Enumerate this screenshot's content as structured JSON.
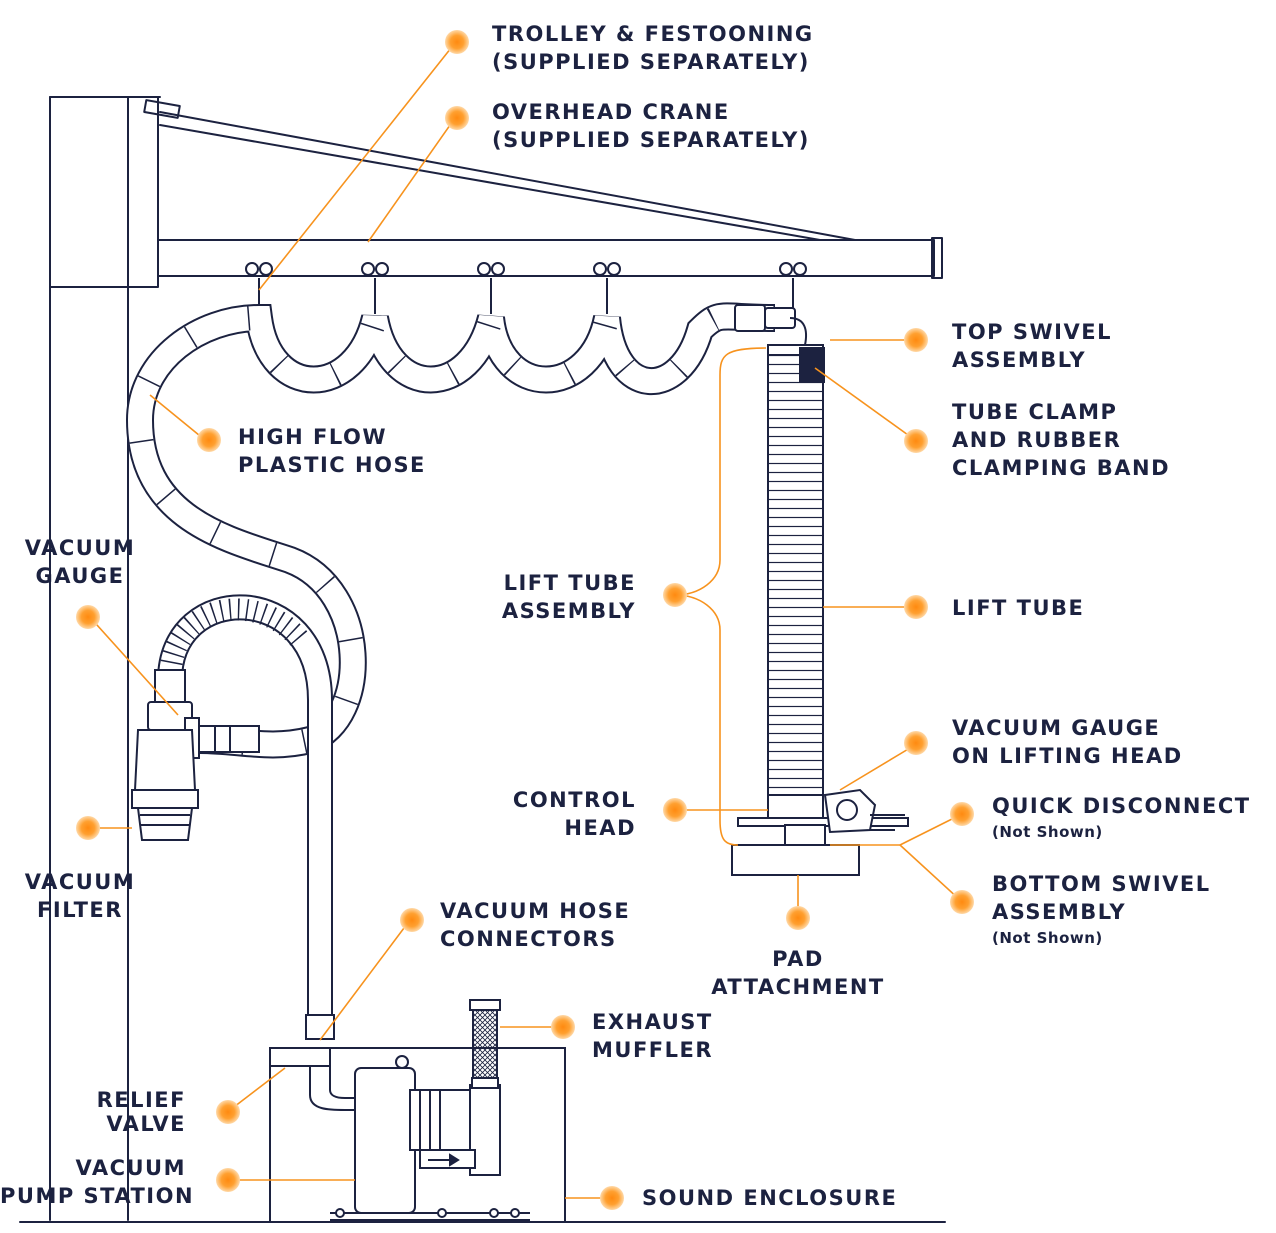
{
  "colors": {
    "line": "#1c2240",
    "accent": "#f7931e",
    "dot_core": "#ff8c1a"
  },
  "labels": {
    "trolley": [
      "TROLLEY & FESTOONING",
      "(SUPPLIED SEPARATELY)"
    ],
    "crane": [
      "OVERHEAD CRANE",
      "(SUPPLIED SEPARATELY)"
    ],
    "top_swivel": [
      "TOP SWIVEL",
      "ASSEMBLY"
    ],
    "tube_clamp": [
      "TUBE CLAMP",
      "AND RUBBER",
      "CLAMPING BAND"
    ],
    "hose": [
      "HIGH FLOW",
      "PLASTIC HOSE"
    ],
    "vac_gauge": [
      "VACUUM",
      "GAUGE"
    ],
    "lift_tube_assembly": [
      "LIFT TUBE",
      "ASSEMBLY"
    ],
    "lift_tube": [
      "LIFT TUBE"
    ],
    "gauge_head": [
      "VACUUM GAUGE",
      "ON LIFTING HEAD"
    ],
    "control_head": [
      "CONTROL",
      "HEAD"
    ],
    "quick_disconnect": [
      "QUICK DISCONNECT"
    ],
    "quick_disconnect_note": "(Not Shown)",
    "vac_filter": [
      "VACUUM",
      "FILTER"
    ],
    "bottom_swivel": [
      "BOTTOM SWIVEL",
      "ASSEMBLY"
    ],
    "bottom_swivel_note": "(Not Shown)",
    "hose_connectors": [
      "VACUUM HOSE",
      "CONNECTORS"
    ],
    "pad": [
      "PAD",
      "ATTACHMENT"
    ],
    "muffler": [
      "EXHAUST",
      "MUFFLER"
    ],
    "relief": [
      "RELIEF",
      "VALVE"
    ],
    "pump": [
      "VACUUM",
      "PUMP STATION"
    ],
    "enclosure": [
      "SOUND ENCLOSURE"
    ]
  }
}
